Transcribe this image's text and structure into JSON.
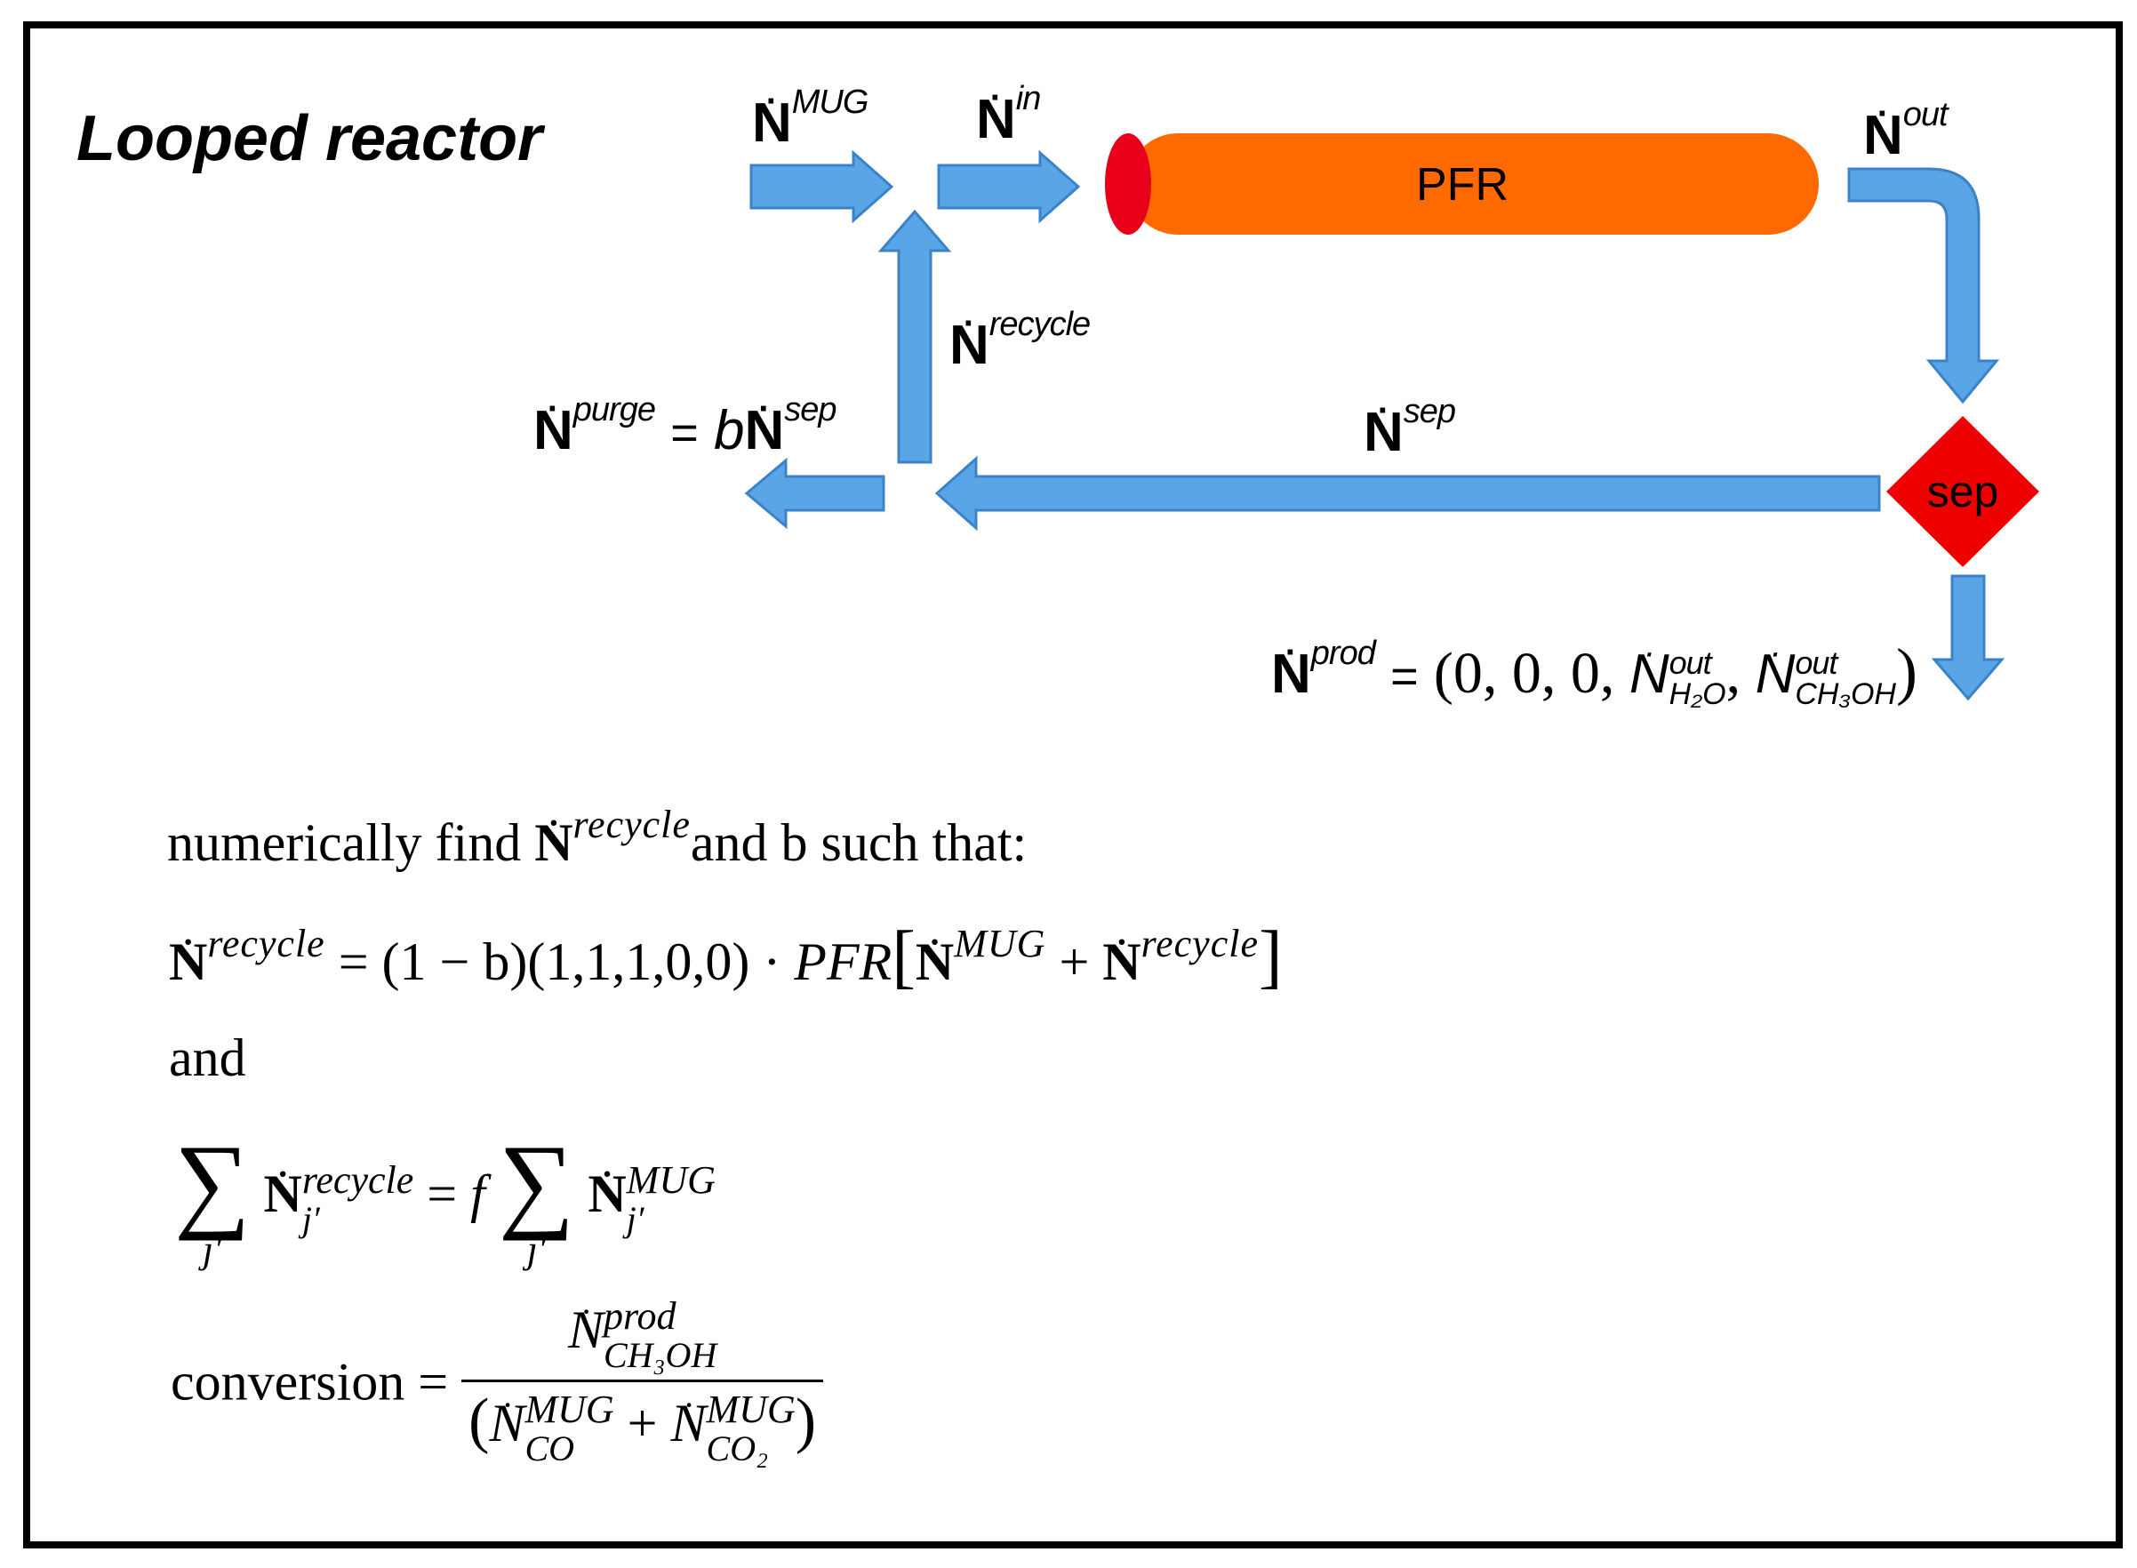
{
  "title": "Looped reactor",
  "colors": {
    "arrow_fill": "#5aa5e6",
    "arrow_stroke": "#3b82c9",
    "pfr_fill": "#ff6a00",
    "pfr_cap": "#e8001a",
    "sep_fill": "#ee0000"
  },
  "diagram": {
    "pfr_label": "PFR",
    "sep_label": "sep",
    "N_symbol": "N",
    "labels": {
      "mug_sup": "MUG",
      "in_sup": "in",
      "out_sup": "out",
      "recycle_sup": "recycle",
      "sep_sup": "sep",
      "purge_sup": "purge",
      "purge_eq": "=",
      "purge_b": "b",
      "purge_sep_sup": "sep",
      "prod_sup": "prod",
      "prod_eq": "=",
      "prod_tuple_start": "(0, 0, 0, ",
      "prod_out1_sup": "out",
      "prod_out1_sub": "H₂O",
      "prod_comma": ", ",
      "prod_out2_sup": "out",
      "prod_out2_sub": "CH₃OH",
      "prod_close": ")"
    }
  },
  "equations": {
    "line1_pre": "numerically find ",
    "line1_sup": "recycle",
    "line1_post": "and b such that:",
    "eq1_lhs_sup": "recycle",
    "eq1_mid": " = (1 − b)(1,1,1,0,0) · ",
    "eq1_pfr": "PFR",
    "eq1_open": "[",
    "eq1_mug_sup": "MUG",
    "eq1_plus": " + ",
    "eq1_rec_sup": "recycle",
    "eq1_close": "]",
    "and_text": "and",
    "sum_symbol": "∑",
    "sum_index": "j′",
    "sum_lhs_sup": "recycle",
    "sum_lhs_sub": "j′",
    "sum_eq": " = ",
    "sum_f": "f",
    "sum_rhs_sup": "MUG",
    "sum_rhs_sub": "j′",
    "conv_label": "conversion = ",
    "conv_num_sup": "prod",
    "conv_num_sub": "CH₃OH",
    "conv_den_open": "(",
    "conv_den_sup1": "MUG",
    "conv_den_sub1": "CO",
    "conv_den_plus": " + ",
    "conv_den_sup2": "MUG",
    "conv_den_sub2": "CO₂",
    "conv_den_close": ")"
  }
}
